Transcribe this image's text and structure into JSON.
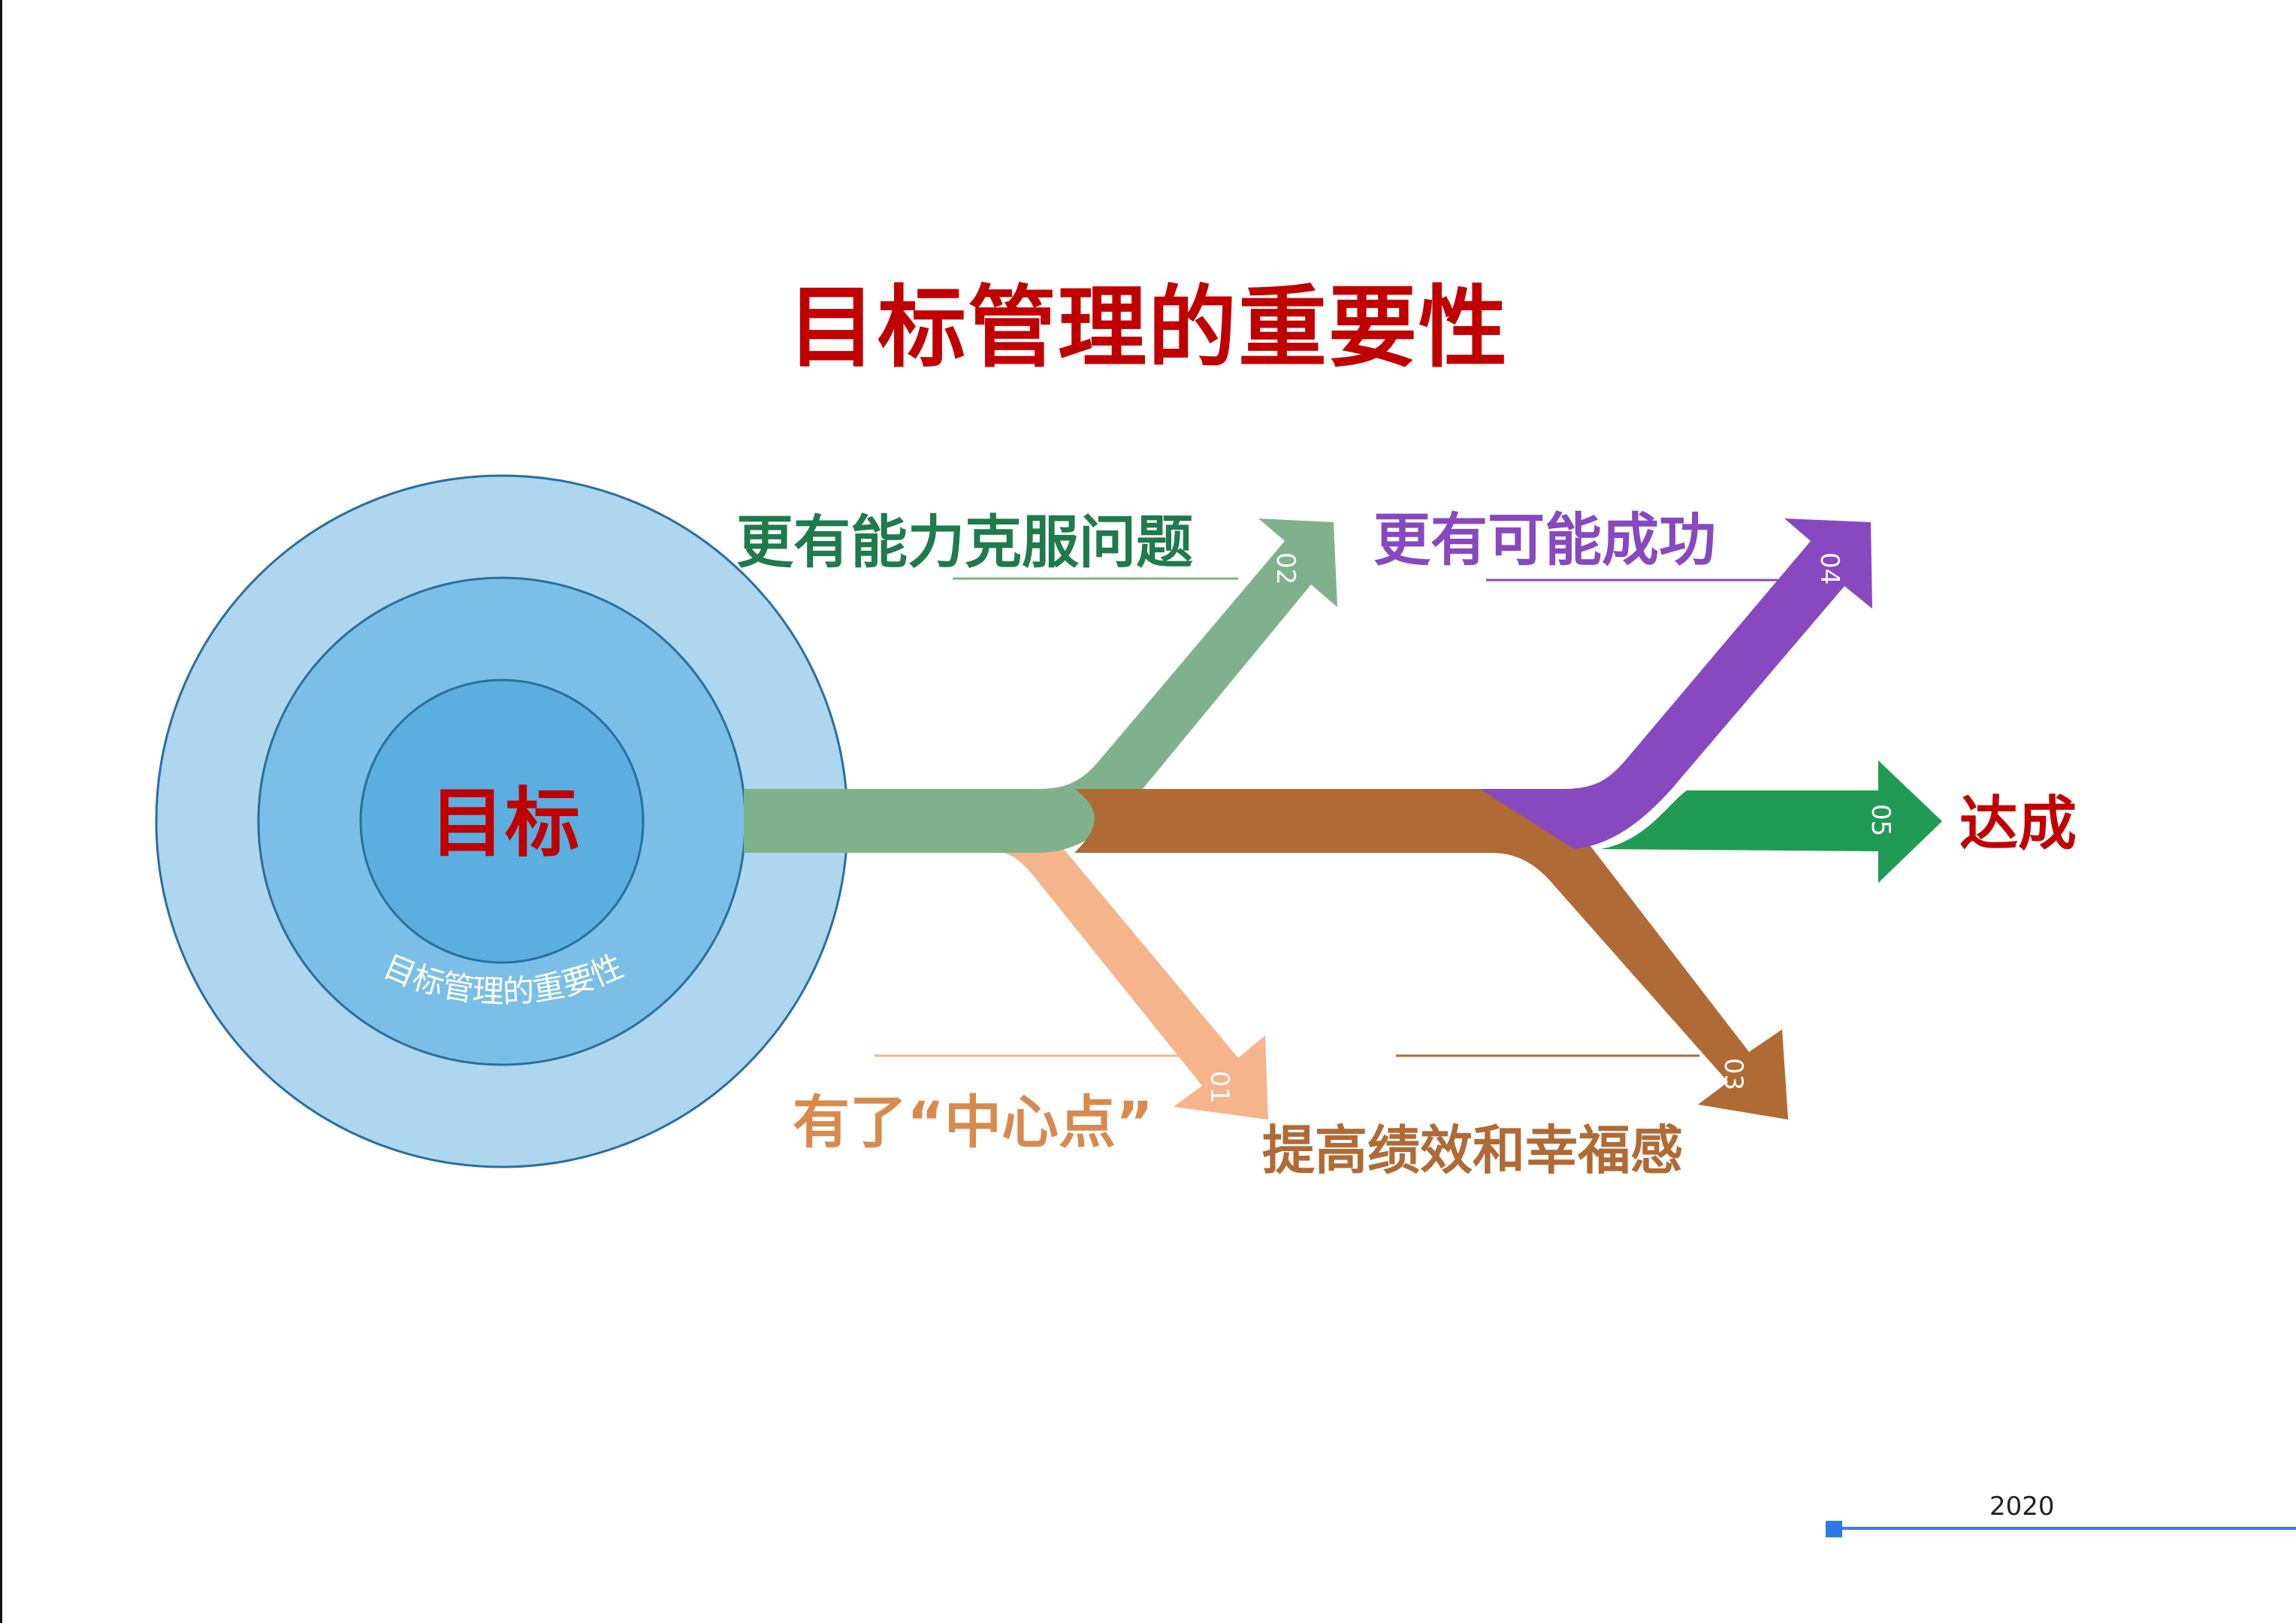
{
  "title": "目标管理的重要性",
  "center": {
    "label": "目标",
    "arc_text": "目标管理的重要性"
  },
  "branches": [
    {
      "num": "01",
      "label": "有了“中心点”",
      "color": "#f5b48c",
      "text_color": "#d88a4e"
    },
    {
      "num": "02",
      "label": "更有能力克服问题",
      "color": "#7fb28c",
      "text_color": "#1f7a4c"
    },
    {
      "num": "03",
      "label": "提高绩效和幸福感",
      "color": "#b06a35",
      "text_color": "#b06a35"
    },
    {
      "num": "04",
      "label": "更有可能成功",
      "color": "#8748c0",
      "text_color": "#8748c0"
    },
    {
      "num": "05",
      "label": "达成",
      "color": "#219a55",
      "text_color": "#c00000"
    }
  ],
  "colors": {
    "title": "#c00000",
    "circle_outer": "#aed6ef",
    "circle_mid": "#7bbfe6",
    "circle_inner": "#5aaee0",
    "circle_stroke": "#2a6f9c"
  },
  "footer": {
    "year": "2020"
  }
}
